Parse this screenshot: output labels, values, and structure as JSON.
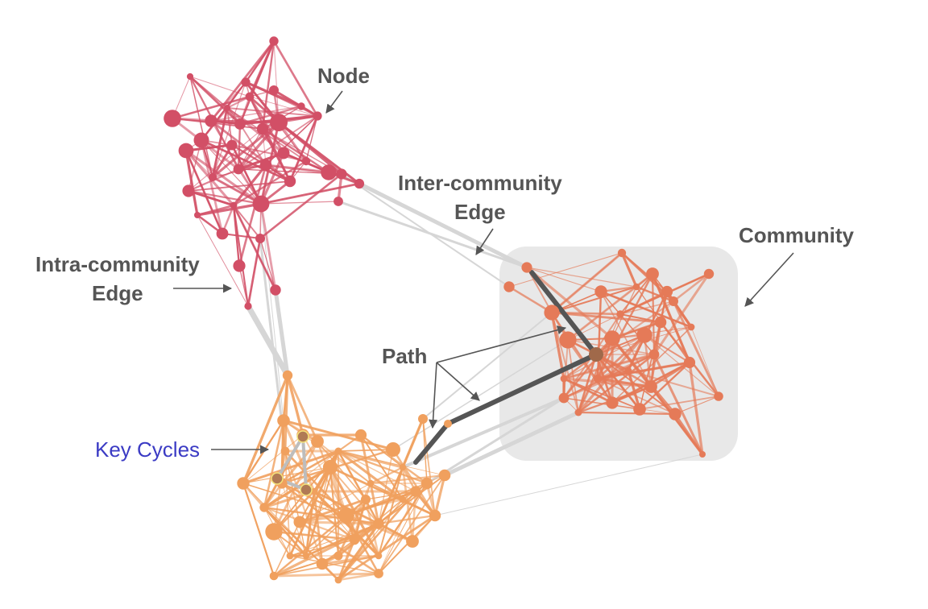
{
  "labels": {
    "node": "Node",
    "inter_line1": "Inter-community",
    "inter_line2": "Edge",
    "community": "Community",
    "intra_line1": "Intra-community",
    "intra_line2": "Edge",
    "path": "Path",
    "key_cycles": "Key Cycles"
  },
  "colors": {
    "red_community": "#d24f66",
    "orange_community": "#f0a05e",
    "salmon_community": "#e57a58",
    "inter_edge": "#d6d6d6",
    "community_box": "#e8e8e8",
    "path": "#555555",
    "key_cycle_edge": "#bdbdbd",
    "key_cycle_label": "#3b3bc4",
    "annotation_text": "#555555"
  }
}
